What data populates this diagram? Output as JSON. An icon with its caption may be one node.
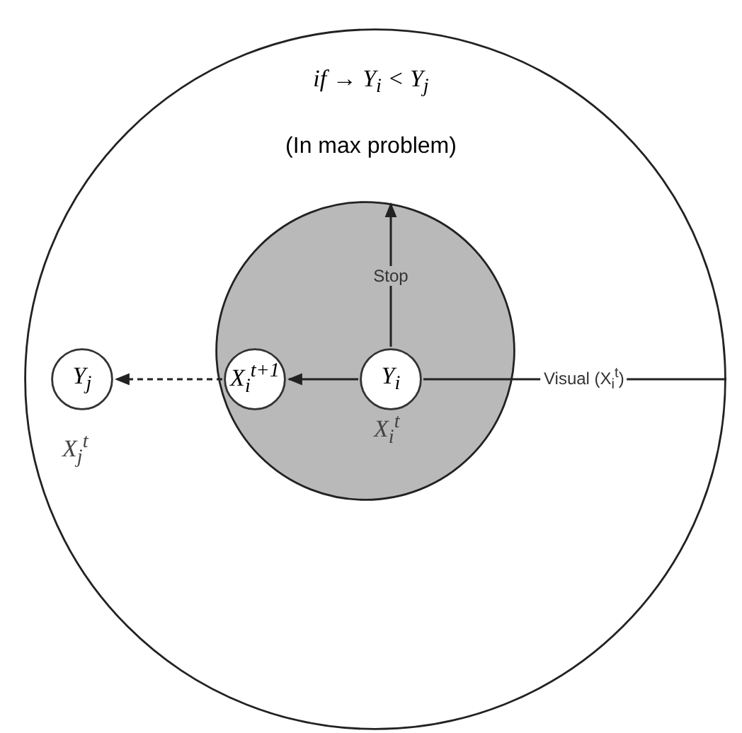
{
  "diagram": {
    "nodes": [
      {
        "text": [],
        "shape": "circle"
      },
      {
        "text": [],
        "shape": "circle",
        "in": 0
      },
      {
        "text": [
          "Y$_{j}$"
        ],
        "in": 0,
        "beside": [
          "X$_{j}$$^{t}$"
        ]
      },
      {
        "text": [
          "X$_{i}$$^{t+1}$"
        ],
        "in": 1
      },
      {
        "text": [
          "Y$_{i}$"
        ],
        "in": 1,
        "beside": [
          "X$_{i}$$^{t}$"
        ]
      }
    ],
    "edges": [
      {
        "from": 4,
        "to": null,
        "arrow": "to",
        "label": "Stop"
      },
      {
        "from": 4,
        "to": 3,
        "arrow": "to"
      },
      {
        "from": 3,
        "to": 2,
        "arrow": "to",
        "style": "dashed"
      },
      {
        "from": 4,
        "to": null,
        "arrow": "none",
        "label": "Visual (X$_{i}$$^{t}$)"
      }
    ],
    "labels": [
      "if → Y$_{i}$ < Y$_{j}$",
      "(In max problem)"
    ]
  }
}
